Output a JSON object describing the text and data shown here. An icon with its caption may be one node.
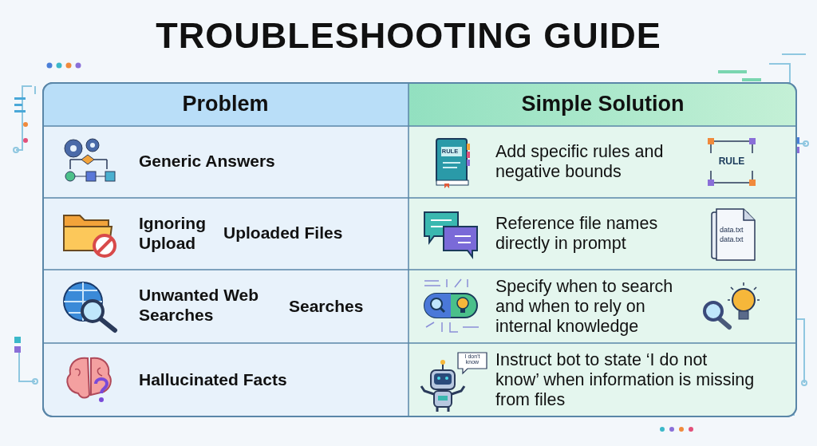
{
  "diagram": {
    "title": "TROUBLESHOOTING GUIDE",
    "labels": [
      "Problem",
      "Simple Solution",
      "Generic Answers",
      "RULE",
      "Add specific rules and negative bounds",
      "RULE",
      "Ignoring Upload",
      "Uploaded Files",
      "Reference file names directly in prompt",
      "data.txt",
      "data.txt",
      "Unwanted Web Searches",
      "Searches",
      "Specify when to search and when to rely on internal knowledge",
      "Hallucinated Facts",
      "I don't know",
      "Instruct bot to state ‘I do not know’ when information is missing from files"
    ]
  }
}
